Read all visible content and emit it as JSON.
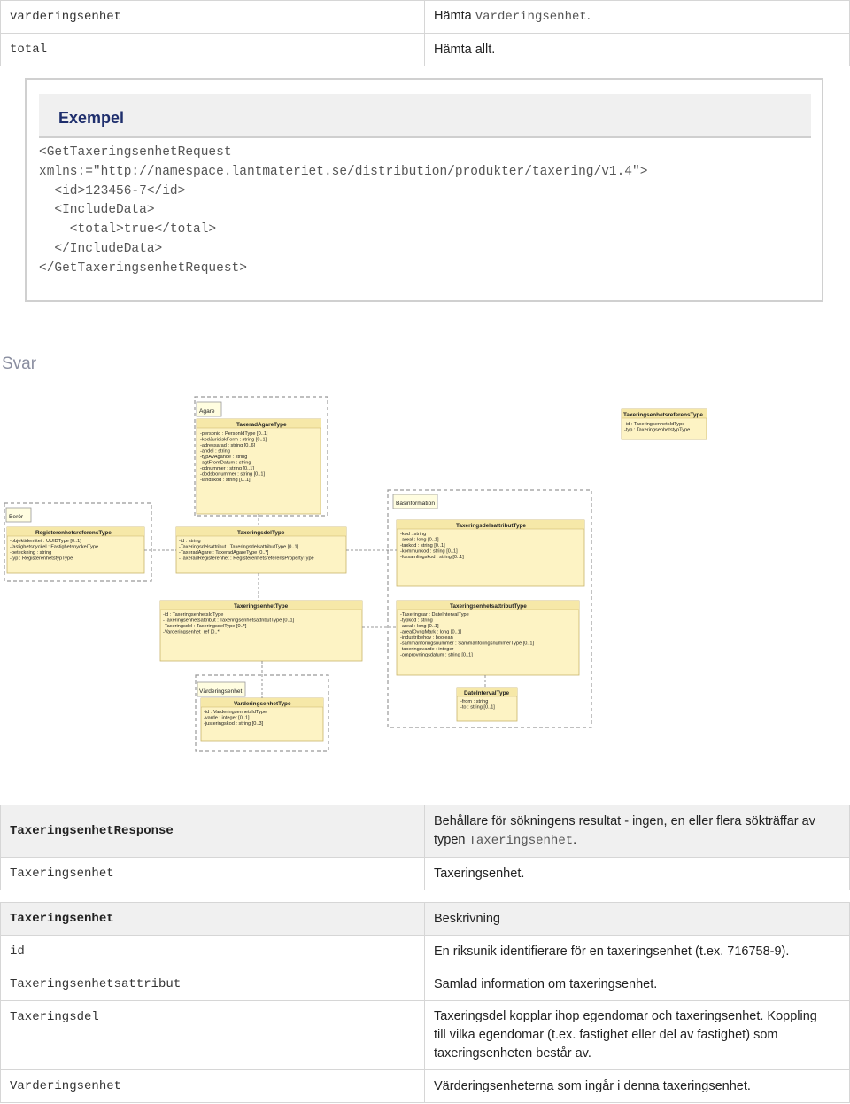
{
  "top_table": [
    {
      "key": "varderingsenhet",
      "desc_prefix": "Hämta ",
      "desc_code": "Varderingsenhet",
      "desc_suffix": "."
    },
    {
      "key": "total",
      "desc": "Hämta allt."
    }
  ],
  "example": {
    "title": "Exempel",
    "code_lines": [
      "<GetTaxeringsenhetRequest",
      "xmlns:=\"http://namespace.lantmateriet.se/distribution/produkter/taxering/v1.4\">",
      "  <id>123456-7</id>",
      "  <IncludeData>",
      "    <total>true</total>",
      "  </IncludeData>",
      "</GetTaxeringsenhetRequest>"
    ]
  },
  "svar_heading": "Svar",
  "diagram": {
    "packages": {
      "agare": "Ägare",
      "beror": "Berör",
      "basinformation": "Basinformation",
      "varderingsenhet": "Värderingsenhet"
    },
    "classes": {
      "taxeradagare": {
        "name": "TaxeradAgareType",
        "attrs": [
          "-personid : PersonIdType [0..1]",
          "-kodJuridiskForm : string [0..1]",
          "-adressarad : string [0..6]",
          "-andel : string",
          "-typAvAgande : string",
          "-agtFromDatum : string",
          "-gdnummer : string [0..1]",
          "-dodsbonummer : string [0..1]",
          "-landskod : string [0..1]"
        ]
      },
      "refstyp": {
        "name": "TaxeringsenhetsreferensType",
        "attrs": [
          "-id : TaxeringsenhetsIdType",
          "-typ : TaxeringsenhetstypType"
        ]
      },
      "registerref": {
        "name": "RegisterenhetsreferensType",
        "attrs": [
          "-objektidentitet : UUIDType [0..1]",
          "-fastighetsnyckel : FastighetsnyckelType",
          "-beteckning : string",
          "-typ : RegisterenhetstypType"
        ]
      },
      "taxeringsdel": {
        "name": "TaxeringsdelType",
        "attrs": [
          "-id : string",
          "-Taxeringsdelsattribut : TaxeringsdelsattributType [0..1]",
          "-TaxeradAgare : TaxeradAgareType [0..*]",
          "-TaxeradRegisterenhet : RegisterenhetsreferensPropertyType"
        ]
      },
      "taxdelsattr": {
        "name": "TaxeringsdelsattributType",
        "attrs": [
          "-kod : string",
          "-areal : long [0..1]",
          "-taxkod : string [0..1]",
          "-kommunkod : string [0..1]",
          "-forsamlingskod : string [0..1]"
        ]
      },
      "taxenhet": {
        "name": "TaxeringsenhetType",
        "attrs": [
          "-id : TaxeringsenhetsIdType",
          "-Taxeringsenhetsattribut : TaxeringsenhetsattributType [0..1]",
          "-Taxeringsdel : TaxeringsdelType [0..*]",
          "-Varderingsenhet_ref [0..*]"
        ]
      },
      "taxenhetsattr": {
        "name": "TaxeringsenhetsattributType",
        "attrs": [
          "-Taxeringsar : DateIntervalType",
          "-typkod : string",
          "-areal : long [0..1]",
          "-arealOvrigMark : long [0..1]",
          "-industribehov : boolean",
          "-sammanforingsnummer : SammanforingsnummerType [0..1]",
          "-taxeringsvarde : integer",
          "-omprovningsdatum : string [0..1]"
        ]
      },
      "vardenhet": {
        "name": "VarderingsenhetType",
        "attrs": [
          "-id : VarderingsenhetsIdType",
          "-varde : integer [0..1]",
          "-justeringskod : string [0..3]"
        ]
      },
      "dateinterval": {
        "name": "DateIntervalType",
        "attrs": [
          "-from : string",
          "-to : string [0..1]"
        ]
      }
    }
  },
  "response_table": [
    {
      "key": "TaxeringsenhetResponse",
      "head": true,
      "desc": "Behållare för sökningens resultat - ingen, en eller flera sökträffar av",
      "desc2_prefix": "typen ",
      "desc2_code": "Taxeringsenhet",
      "desc2_suffix": "."
    },
    {
      "key": "Taxeringsenhet",
      "desc": "Taxeringsenhet."
    }
  ],
  "attr_table": [
    {
      "key": "Taxeringsenhet",
      "head": true,
      "desc": "Beskrivning"
    },
    {
      "key": "id",
      "desc": "En riksunik identifierare för en taxeringsenhet (t.ex. 716758-9)."
    },
    {
      "key": "Taxeringsenhetsattribut",
      "desc": "Samlad information om taxeringsenhet."
    },
    {
      "key": "Taxeringsdel",
      "desc_lines": [
        "Taxeringsdel kopplar ihop egendomar och taxeringsenhet. Koppling",
        "till vilka egendomar (t.ex. fastighet eller del av fastighet) som",
        "taxeringsenheten består av."
      ]
    },
    {
      "key": "Varderingsenhet",
      "desc": "Värderingsenheterna som ingår i denna taxeringsenhet."
    }
  ]
}
